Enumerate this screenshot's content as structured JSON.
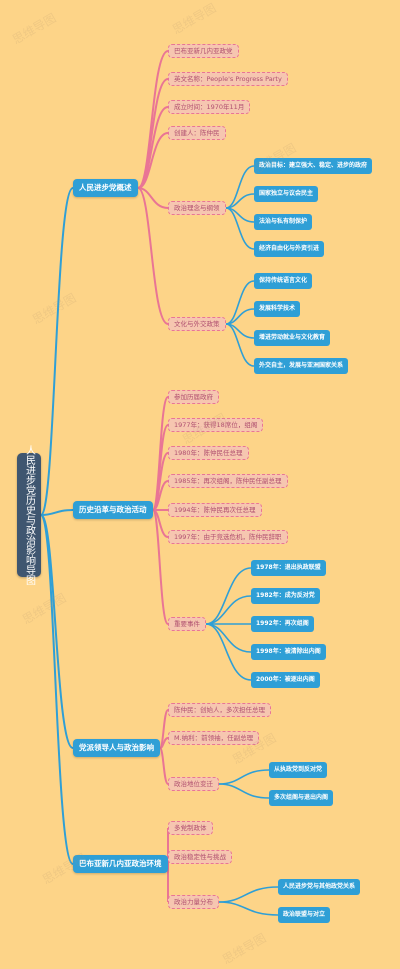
{
  "root": "人民进步党历史与政治影响导图",
  "watermark": "思维导图",
  "colors": {
    "background": "#fdd488",
    "root": "#3f5670",
    "main": "#2f9fd6",
    "main_line": "#2f9fd6",
    "sub_fill": "#f6c6b0",
    "sub_border": "#e97595",
    "sub_line": "#e97595"
  },
  "branches": [
    {
      "label": "人民进步党概述",
      "children": [
        {
          "label": "巴布亚新几内亚政党"
        },
        {
          "label": "英文名称：People's Progress Party"
        },
        {
          "label": "成立时间：1970年11月"
        },
        {
          "label": "创建人：陈仲民"
        },
        {
          "label": "政治理念与纲领",
          "children": [
            "政治目标：建立强大、稳定、进步的政府",
            "国家独立与议会民主",
            "法治与私有制保护",
            "经济自由化与外资引进"
          ]
        },
        {
          "label": "文化与外交政策",
          "children": [
            "保持传统语言文化",
            "发展科学技术",
            "增进劳动就业与文化教育",
            "外交自主，发展与亚洲国家关系"
          ]
        }
      ]
    },
    {
      "label": "历史沿革与政治活动",
      "children": [
        {
          "label": "参加历届政府"
        },
        {
          "label": "1977年：获得18席位，组阁"
        },
        {
          "label": "1980年：陈仲民任总理"
        },
        {
          "label": "1985年：再次组阁，陈仲民任副总理"
        },
        {
          "label": "1994年：陈仲民再次任总理"
        },
        {
          "label": "1997年：由于竞选危机，陈仲民辞职"
        },
        {
          "label": "重要事件",
          "children": [
            "1978年：退出执政联盟",
            "1982年：成为反对党",
            "1992年：再次组阁",
            "1998年：被清除出内阁",
            "2000年：被逐出内阁"
          ]
        }
      ]
    },
    {
      "label": "党派领导人与政治影响",
      "children": [
        {
          "label": "陈仲民：创始人，多次担任总理"
        },
        {
          "label": "M.纳利：前领袖，任副总理"
        },
        {
          "label": "政治地位变迁",
          "children": [
            "从执政党到反对党",
            "多次组阁与退出内阁"
          ]
        }
      ]
    },
    {
      "label": "巴布亚新几内亚政治环境",
      "children": [
        {
          "label": "多党制政体"
        },
        {
          "label": "政治稳定性与挑战"
        },
        {
          "label": "政治力量分布",
          "children": [
            "人民进步党与其他政党关系",
            "政治联盟与对立"
          ]
        }
      ]
    }
  ]
}
